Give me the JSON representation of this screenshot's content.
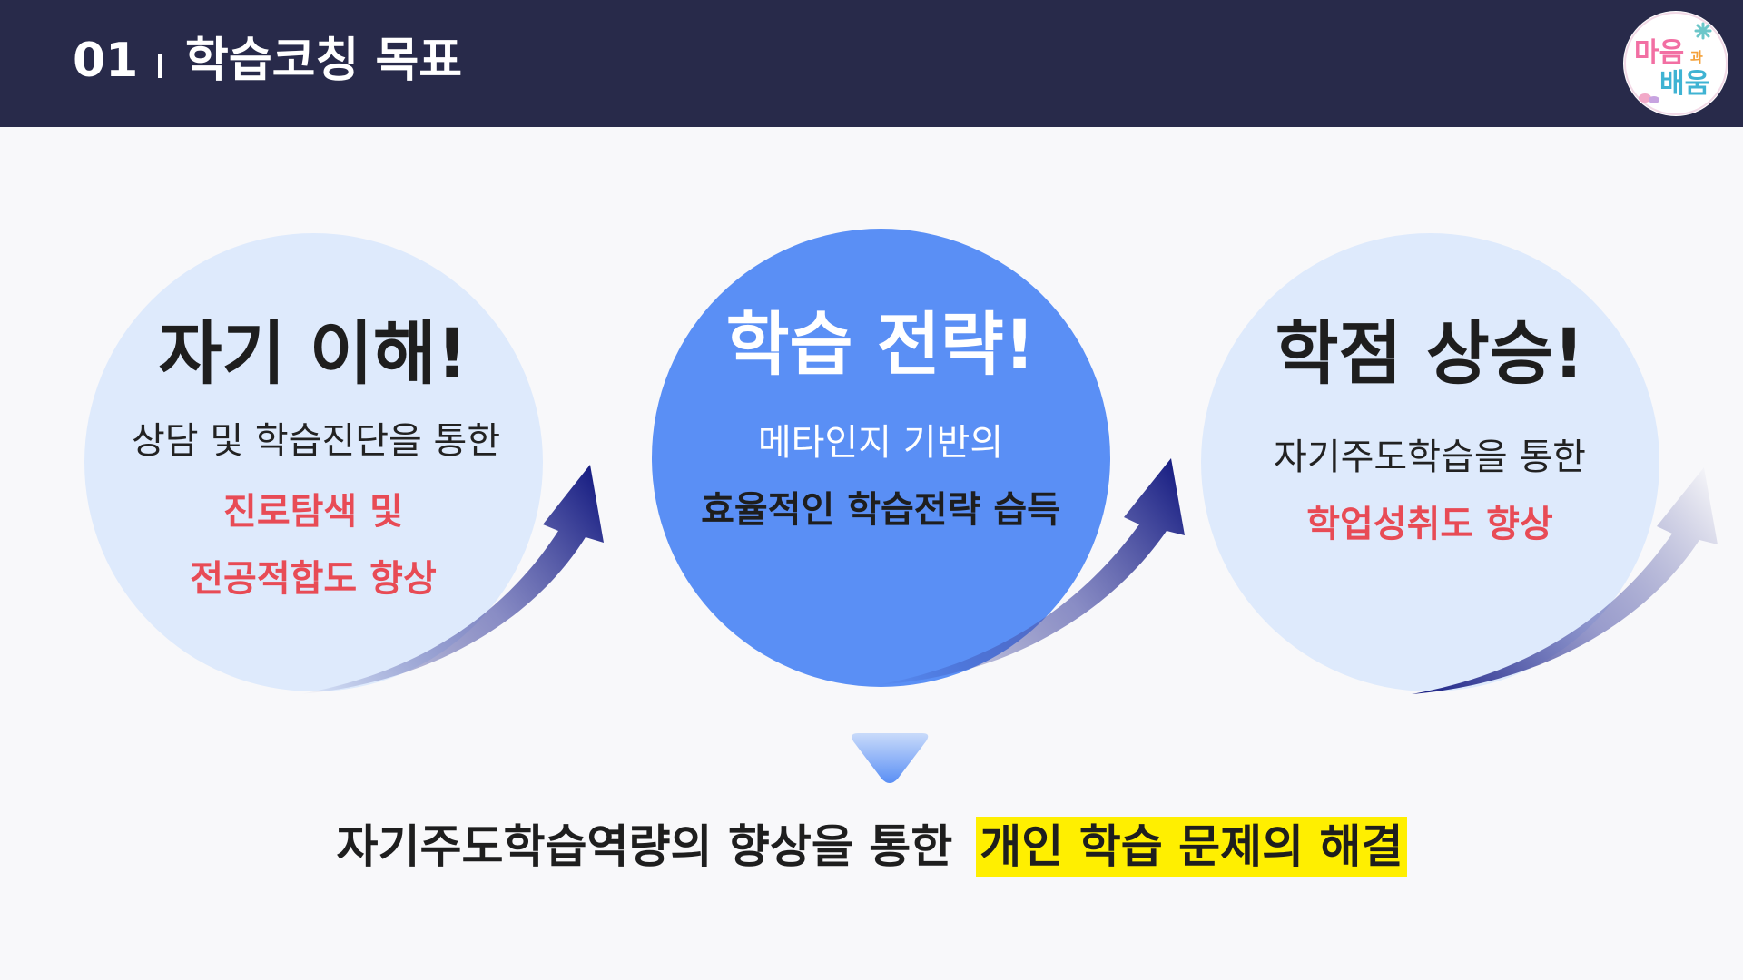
{
  "header": {
    "number": "01",
    "title": "학습코칭 목표"
  },
  "logo": {
    "line1": "마음",
    "connector": "과",
    "line2": "배움"
  },
  "goals": [
    {
      "title": "자기 이해!",
      "lines": [
        "상담 및 학습진단을 통한"
      ],
      "highlights": [
        "진로탐색 및",
        "전공적합도 향상"
      ]
    },
    {
      "title": "학습 전략!",
      "lines": [
        "메타인지 기반의",
        "효율적인 학습전략 습득"
      ],
      "highlights": []
    },
    {
      "title": "학점 상승!",
      "lines": [
        "자기주도학습을 통한"
      ],
      "highlights": [
        "학업성취도 향상"
      ]
    }
  ],
  "summary": {
    "text": "자기주도학습역량의 향상을 통한",
    "highlight": "개인 학습 문제의 해결"
  },
  "colors": {
    "header_bg": "#282a4a",
    "circle_light": "#deeafc",
    "circle_accent": "#5a8ff5",
    "highlight_red": "#e84b55",
    "arrow_dark": "#141a80",
    "summary_highlight": "#ffef00"
  },
  "icons": {
    "arrow": "curved-arrow-icon",
    "down": "down-triangle-icon"
  }
}
